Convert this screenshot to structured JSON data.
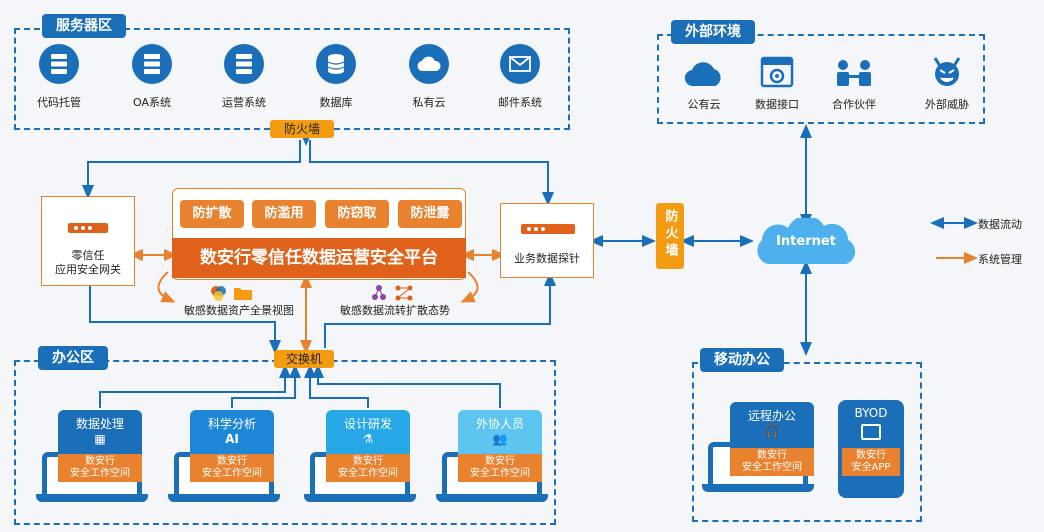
{
  "server_zone": {
    "title": "服务器区",
    "items": [
      {
        "label": "代码托管",
        "icon": "server-icon"
      },
      {
        "label": "OA系统",
        "icon": "server-icon"
      },
      {
        "label": "运营系统",
        "icon": "server-icon"
      },
      {
        "label": "数据库",
        "icon": "database-icon"
      },
      {
        "label": "私有云",
        "icon": "cloud-icon"
      },
      {
        "label": "邮件系统",
        "icon": "mail-icon"
      }
    ]
  },
  "external_zone": {
    "title": "外部环境",
    "items": [
      {
        "label": "公有云",
        "icon": "cloud-icon"
      },
      {
        "label": "数据接口",
        "icon": "api-icon"
      },
      {
        "label": "合作伙伴",
        "icon": "partner-icon"
      },
      {
        "label": "外部威胁",
        "icon": "devil-icon"
      }
    ]
  },
  "firewall_top": "防火墙",
  "firewall_side": "防火墙",
  "gateway": {
    "line1": "零信任",
    "line2": "应用安全网关"
  },
  "platform": {
    "title": "数安行零信任数据运营安全平台",
    "functions": [
      "防扩散",
      "防滥用",
      "防窃取",
      "防泄露"
    ],
    "view_left": "敏感数据资产全景视图",
    "view_right": "敏感数据流转扩散态势"
  },
  "probe": "业务数据探针",
  "internet": "Internet",
  "legend": {
    "data_flow": "数据流动",
    "system_mgmt": "系统管理"
  },
  "colors": {
    "data_flow": "#1a6fb8",
    "system_mgmt": "#e8822f"
  },
  "office_zone": {
    "title": "办公区",
    "switch": "交换机",
    "workstations": [
      {
        "label": "数据处理",
        "ws_line1": "数安行",
        "ws_line2": "安全工作空间"
      },
      {
        "label": "科学分析",
        "ws_line1": "数安行",
        "ws_line2": "安全工作空间"
      },
      {
        "label": "设计研发",
        "ws_line1": "数安行",
        "ws_line2": "安全工作空间"
      },
      {
        "label": "外协人员",
        "ws_line1": "数安行",
        "ws_line2": "安全工作空间"
      }
    ]
  },
  "mobile_zone": {
    "title": "移动办公",
    "remote": {
      "label": "远程办公",
      "ws_line1": "数安行",
      "ws_line2": "安全工作空间"
    },
    "byod": {
      "label": "BYOD",
      "ws_line1": "数安行",
      "ws_line2": "安全APP"
    }
  }
}
